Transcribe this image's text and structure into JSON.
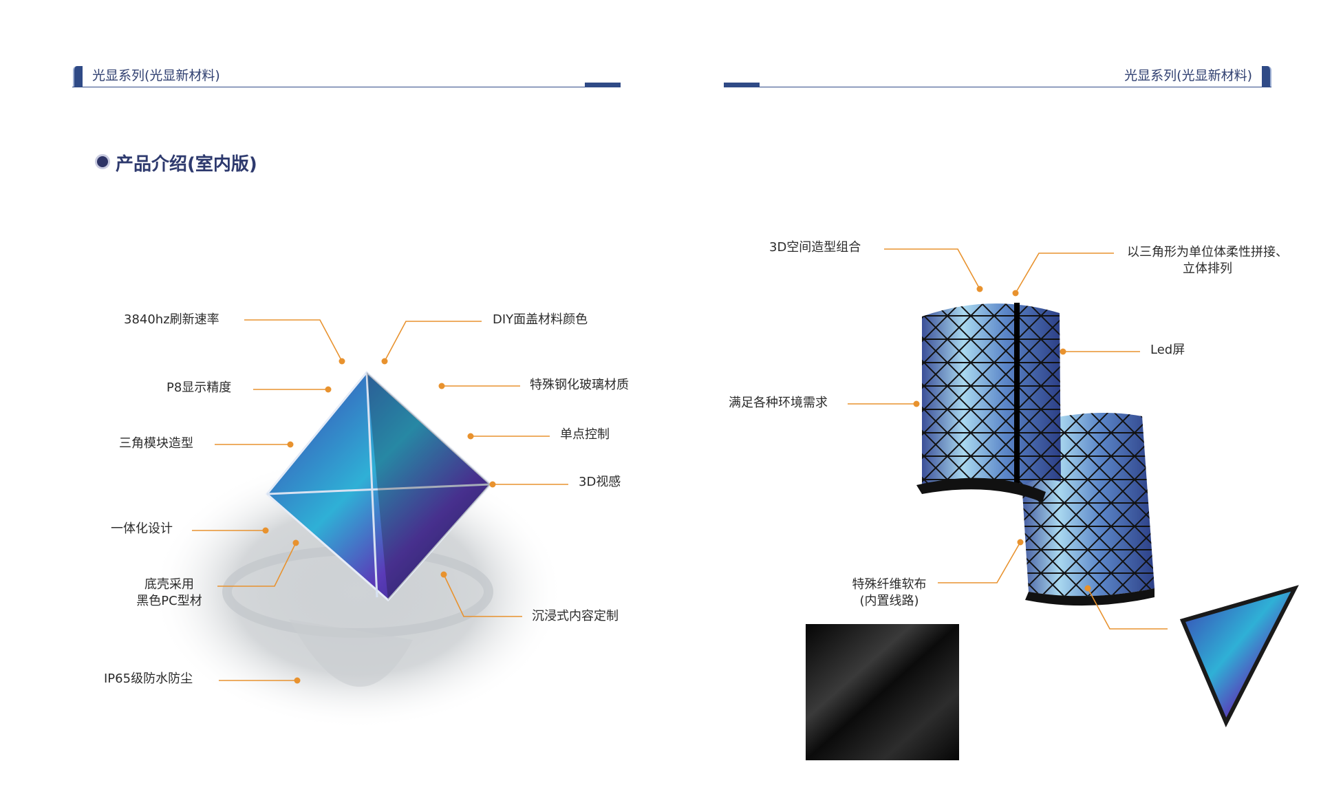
{
  "header": {
    "left_title": "光显系列(光显新材料)",
    "right_title": "光显系列(光显新材料)",
    "accent": "#2f4a86"
  },
  "section": {
    "title": "产品介绍(室内版)"
  },
  "left_page": {
    "callouts": [
      "3840hz刷新速率",
      "DIY面盖材料颜色",
      "P8显示精度",
      "特殊钢化玻璃材质",
      "三角模块造型",
      "单点控制",
      "3D视感",
      "一体化设计",
      "底壳采用",
      "黑色PC型材",
      "沉浸式内容定制",
      "IP65级防水防尘"
    ]
  },
  "right_page": {
    "callouts": [
      "3D空间造型组合",
      "以三角形为单位体柔性拼接、",
      "立体排列",
      "Led屏",
      "满足各种环境需求",
      "特殊纤维软布",
      "(内置线路)"
    ]
  },
  "colors": {
    "callout_line": "#e8922e",
    "text": "#2b2b2b"
  }
}
